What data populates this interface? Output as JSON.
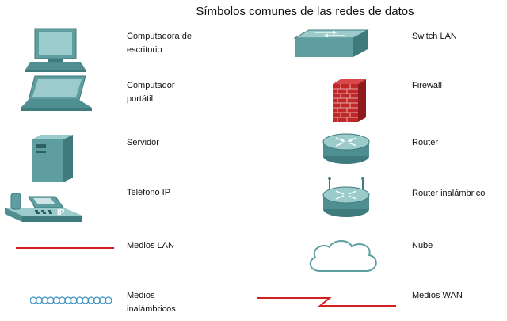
{
  "title": "Símbolos comunes de las redes de datos",
  "left_column": [
    {
      "label_line1": "Computadora de",
      "label_line2": "escritorio",
      "icon": "desktop-computer-icon"
    },
    {
      "label_line1": "Computador",
      "label_line2": "portátil",
      "icon": "laptop-icon"
    },
    {
      "label_line1": "Servidor",
      "label_line2": "",
      "icon": "server-icon"
    },
    {
      "label_line1": "Teléfono IP",
      "label_line2": "",
      "icon": "ip-phone-icon",
      "badge": "IP"
    },
    {
      "label_line1": "Medios LAN",
      "label_line2": "",
      "icon": "lan-media-icon"
    },
    {
      "label_line1": "Medios",
      "label_line2": "inalámbricos",
      "icon": "wireless-media-icon"
    }
  ],
  "right_column": [
    {
      "label_line1": "Switch LAN",
      "label_line2": "",
      "icon": "lan-switch-icon"
    },
    {
      "label_line1": "Firewall",
      "label_line2": "",
      "icon": "firewall-icon"
    },
    {
      "label_line1": "Router",
      "label_line2": "",
      "icon": "router-icon"
    },
    {
      "label_line1": "Router inalámbrico",
      "label_line2": "",
      "icon": "wireless-router-icon"
    },
    {
      "label_line1": "Nube",
      "label_line2": "",
      "icon": "cloud-icon"
    },
    {
      "label_line1": "Medios WAN",
      "label_line2": "",
      "icon": "wan-media-icon"
    }
  ],
  "colors": {
    "device_teal": "#5f9ea0",
    "device_dark": "#3f7a7c",
    "device_light": "#9ccbcb",
    "firewall_brick": "#c0282a",
    "media_red": "#d21f1f",
    "wireless_blue": "#3a8fc4"
  }
}
